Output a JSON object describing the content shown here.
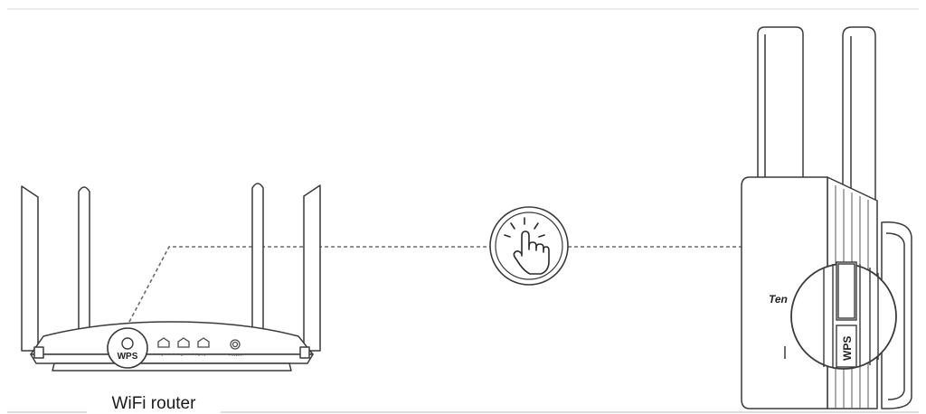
{
  "labels": {
    "router_caption": "WiFi router",
    "router_wps": "WPS",
    "extender_wps": "WPS",
    "extender_brand": "Ten"
  },
  "icons": {
    "press": "hand-pointer-icon"
  },
  "colors": {
    "stroke": "#3a3a3a",
    "dashed": "#6a6a6a",
    "background": "#ffffff"
  }
}
